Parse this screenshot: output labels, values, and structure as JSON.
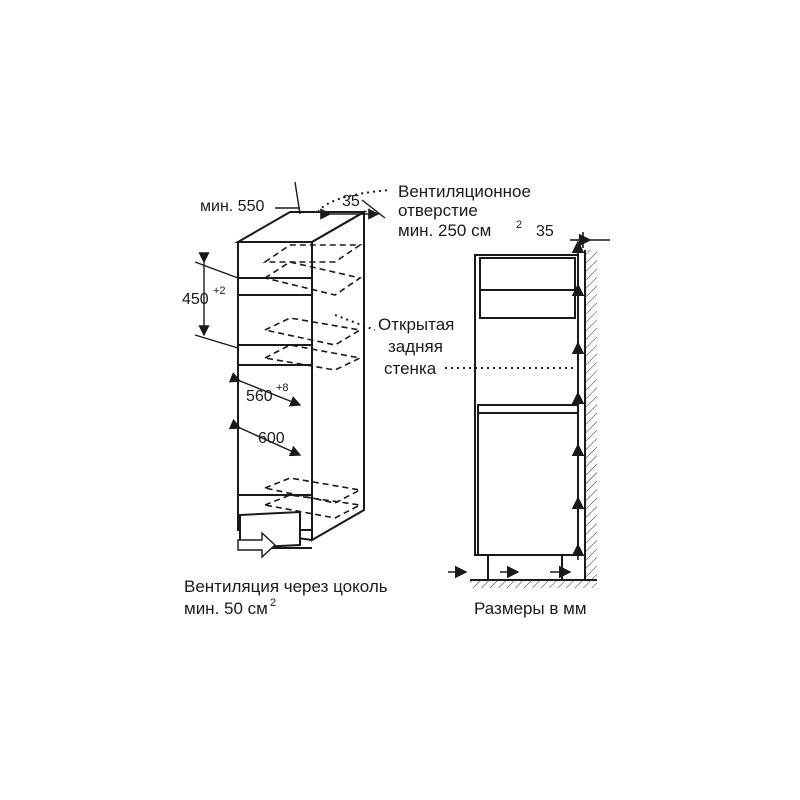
{
  "front": {
    "dim_min_depth": "мин. 550",
    "dim_gap_top": "35",
    "dim_niche_height": "450",
    "dim_niche_height_tol": "+2",
    "dim_width_inner": "560",
    "dim_width_inner_tol": "+8",
    "dim_width_outer": "600"
  },
  "labels": {
    "vent_opening_line1": "Вентиляционное",
    "vent_opening_line2": "отверстие",
    "vent_opening_line3": "мин. 250 см",
    "vent_opening_sup": "2",
    "open_back_line1": "Открытая",
    "open_back_line2": "задняя",
    "open_back_line3": "стенка",
    "plinth_vent_line1": "Вентиляция через цоколь",
    "plinth_vent_line2": "мин. 50 см",
    "plinth_vent_sup": "2",
    "units": "Размеры в мм"
  },
  "side": {
    "dim_wall_gap": "35"
  }
}
